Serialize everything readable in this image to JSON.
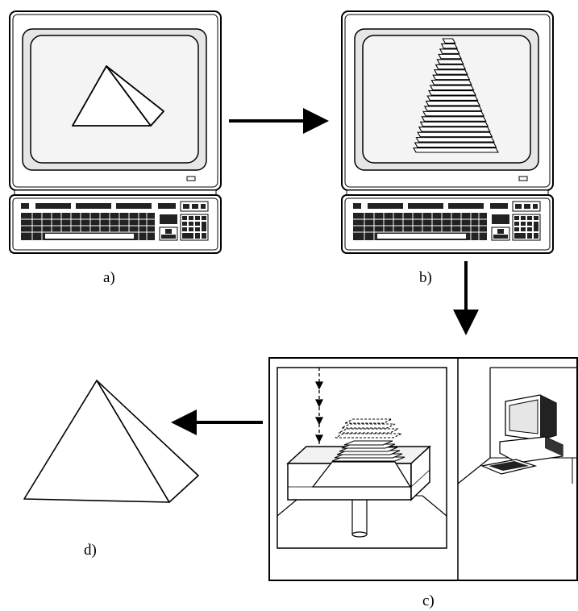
{
  "labels": {
    "a": "a)",
    "b": "b)",
    "c": "c)",
    "d": "d)"
  },
  "colors": {
    "ink": "#000000",
    "paper": "#ffffff",
    "screen_frame": "#e6e6e6",
    "screen_inner": "#f4f4f4",
    "key_dark": "#222222",
    "vat_fill": "#f2f2f2"
  },
  "figure": {
    "steps": [
      "a",
      "b",
      "c",
      "d"
    ],
    "arrows": [
      "a-to-b",
      "b-to-c",
      "c-to-d"
    ],
    "slice_count": 22,
    "build_layers_stacked": 6,
    "build_layers_floating": 4
  }
}
